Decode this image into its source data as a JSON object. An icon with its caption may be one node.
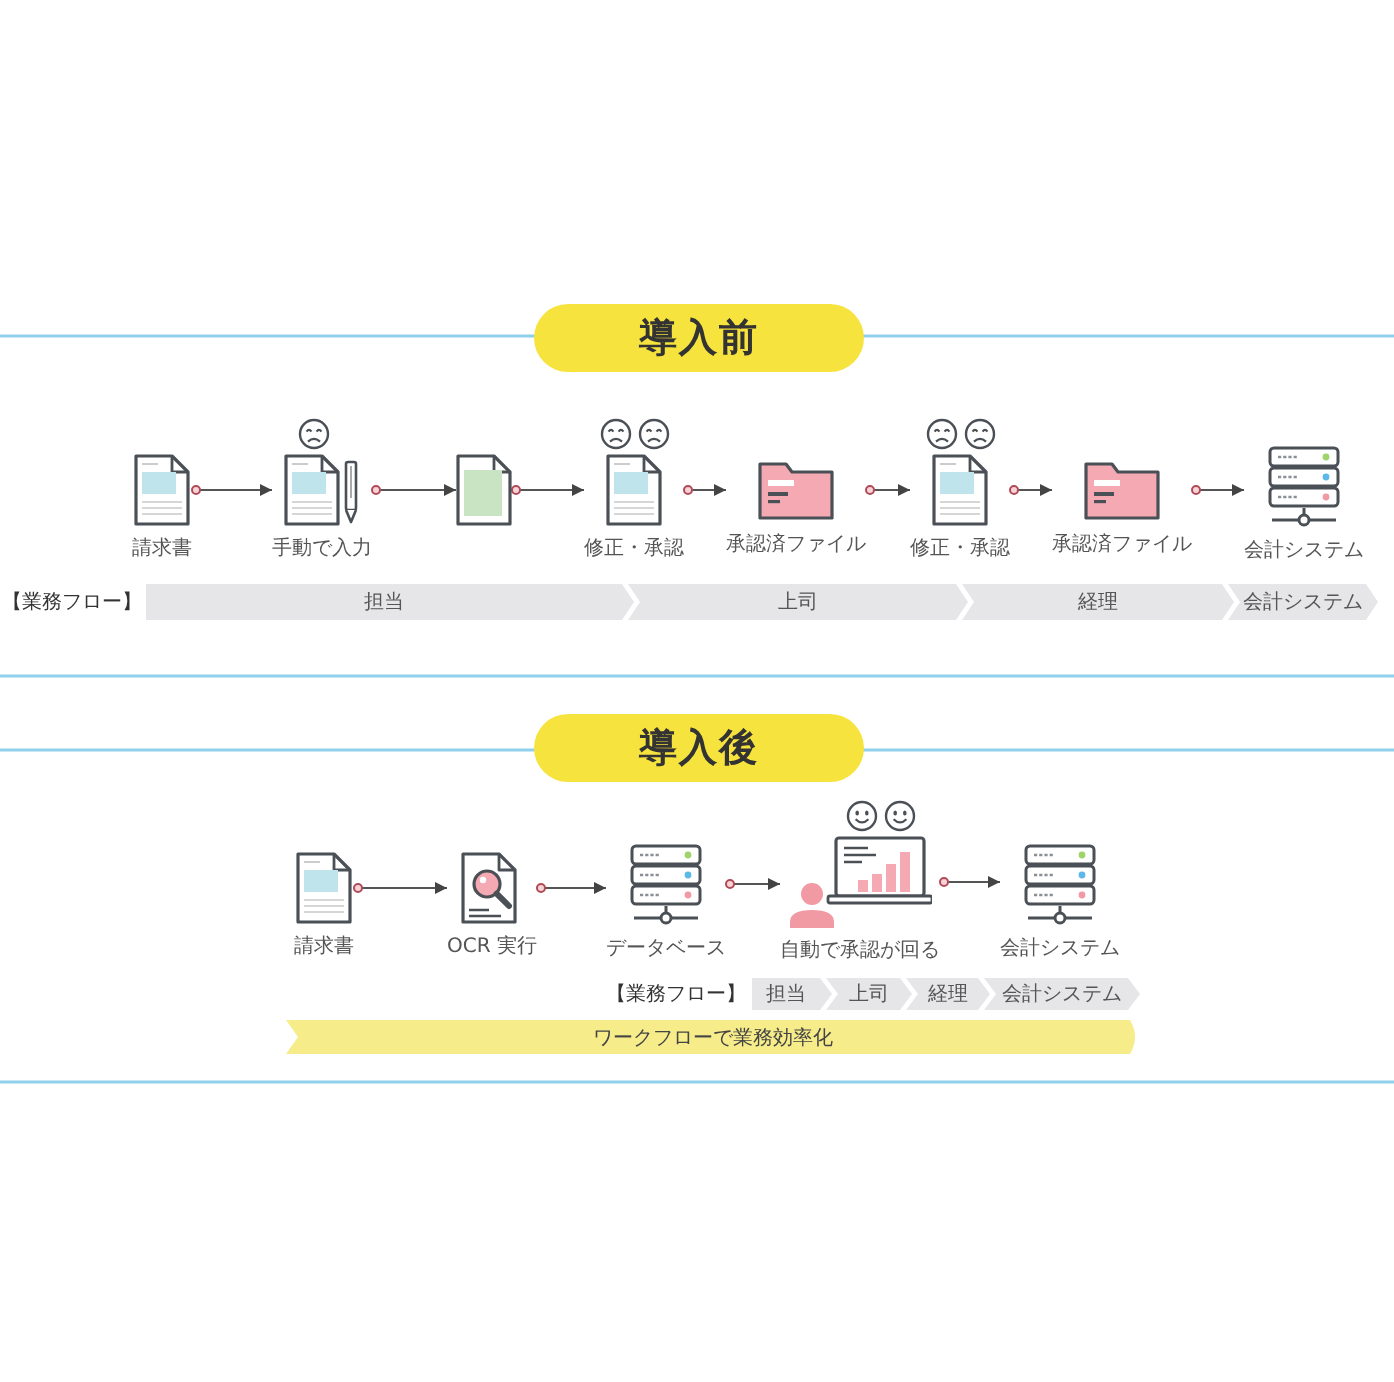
{
  "diagram": {
    "nodes": [
      {
        "text": [
          "導入前"
        ]
      },
      {
        "text": [
          "請求書"
        ]
      },
      {
        "text": [
          "手動で入力"
        ]
      },
      {
        "text": [],
        "shape": "picture"
      },
      {
        "text": [
          "修正・承認"
        ]
      },
      {
        "text": [
          "承認済ファイル"
        ]
      },
      {
        "text": [
          "修正・承認"
        ]
      },
      {
        "text": [
          "承認済ファイル"
        ]
      },
      {
        "text": [
          "会計システム"
        ]
      },
      {
        "text": [
          "担当"
        ]
      },
      {
        "text": [
          "上司"
        ]
      },
      {
        "text": [
          "経理"
        ]
      },
      {
        "text": [
          "会計システム"
        ]
      },
      {
        "text": [
          "導入後"
        ]
      },
      {
        "text": [
          "請求書"
        ]
      },
      {
        "text": [
          "OCR 実行"
        ]
      },
      {
        "text": [
          "データベース"
        ]
      },
      {
        "text": [
          "自動で承認が回る"
        ]
      },
      {
        "text": [
          "会計システム"
        ]
      },
      {
        "text": [
          "担当"
        ]
      },
      {
        "text": [
          "上司"
        ]
      },
      {
        "text": [
          "経理"
        ]
      },
      {
        "text": [
          "会計システム"
        ]
      },
      {
        "text": [
          "ワークフローで業務効率化"
        ]
      }
    ],
    "edges": [
      {
        "from": 1,
        "to": 2,
        "arrow": "to"
      },
      {
        "from": 2,
        "to": 3,
        "arrow": "to"
      },
      {
        "from": 3,
        "to": 4,
        "arrow": "to"
      },
      {
        "from": 4,
        "to": 5,
        "arrow": "to"
      },
      {
        "from": 5,
        "to": 6,
        "arrow": "to"
      },
      {
        "from": 6,
        "to": 7,
        "arrow": "to"
      },
      {
        "from": 7,
        "to": 8,
        "arrow": "to"
      },
      {
        "from": 14,
        "to": 15,
        "arrow": "to"
      },
      {
        "from": 15,
        "to": 16,
        "arrow": "to"
      },
      {
        "from": 16,
        "to": 17,
        "arrow": "to"
      },
      {
        "from": 17,
        "to": 18,
        "arrow": "to"
      }
    ],
    "labels": [
      "【業務フロー】",
      "【業務フロー】"
    ]
  }
}
